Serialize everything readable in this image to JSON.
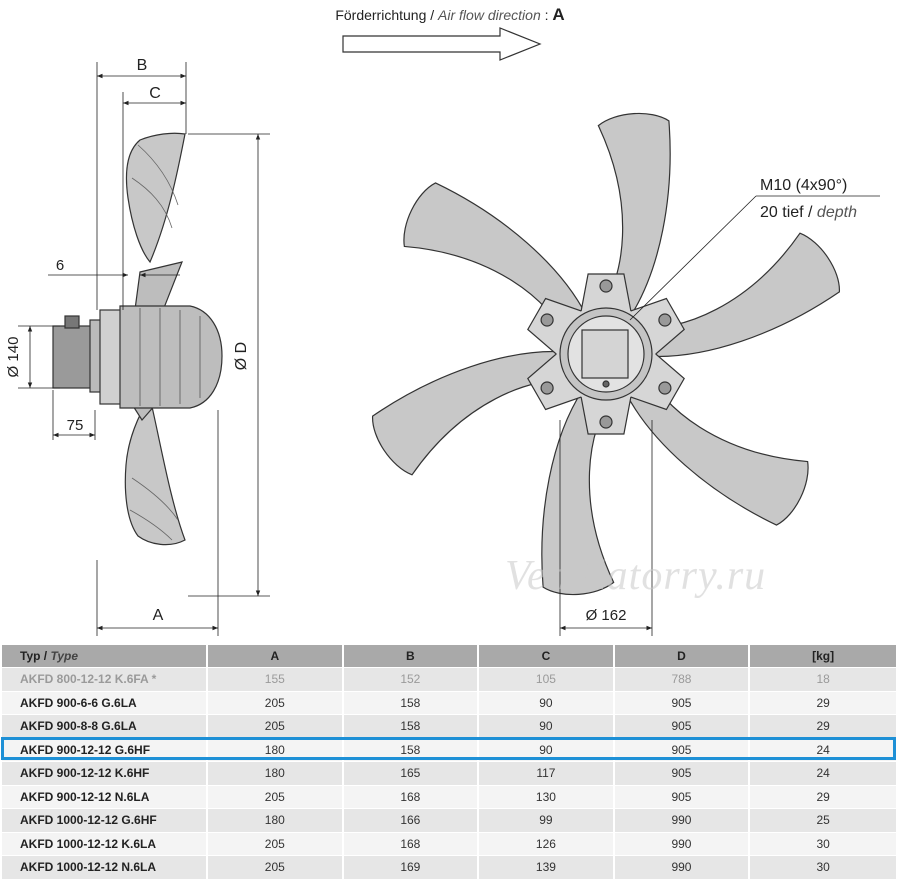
{
  "flow": {
    "label_de": "Förderrichtung",
    "sep": " / ",
    "label_en": "Air flow direction",
    "colon": " : ",
    "letter": "A"
  },
  "dims": {
    "B": "B",
    "C": "C",
    "six": "6",
    "d140": "Ø 140",
    "seventyfive": "75",
    "A": "A",
    "D": "Ø D",
    "d162": "Ø 162",
    "m10": "M10 (4x90°)",
    "depth_de": "20 tief / ",
    "depth_en": "depth"
  },
  "watermark": "Ventilatorry.ru",
  "table": {
    "headers": {
      "type_de": "Typ / ",
      "type_en": "Type",
      "a": "A",
      "b": "B",
      "c": "C",
      "d": "D",
      "kg": "[kg]"
    },
    "rows": [
      [
        "AKFD 800-12-12 K.6FA *",
        "155",
        "152",
        "105",
        "788",
        "18"
      ],
      [
        "AKFD 900-6-6 G.6LA",
        "205",
        "158",
        "90",
        "905",
        "29"
      ],
      [
        "AKFD 900-8-8 G.6LA",
        "205",
        "158",
        "90",
        "905",
        "29"
      ],
      [
        "AKFD 900-12-12 G.6HF",
        "180",
        "158",
        "90",
        "905",
        "24"
      ],
      [
        "AKFD 900-12-12 K.6HF",
        "180",
        "165",
        "117",
        "905",
        "24"
      ],
      [
        "AKFD 900-12-12 N.6LA",
        "205",
        "168",
        "130",
        "905",
        "29"
      ],
      [
        "AKFD 1000-12-12 G.6HF",
        "180",
        "166",
        "99",
        "990",
        "25"
      ],
      [
        "AKFD 1000-12-12 K.6LA",
        "205",
        "168",
        "126",
        "990",
        "30"
      ],
      [
        "AKFD 1000-12-12 N.6LA",
        "205",
        "169",
        "139",
        "990",
        "30"
      ]
    ]
  }
}
